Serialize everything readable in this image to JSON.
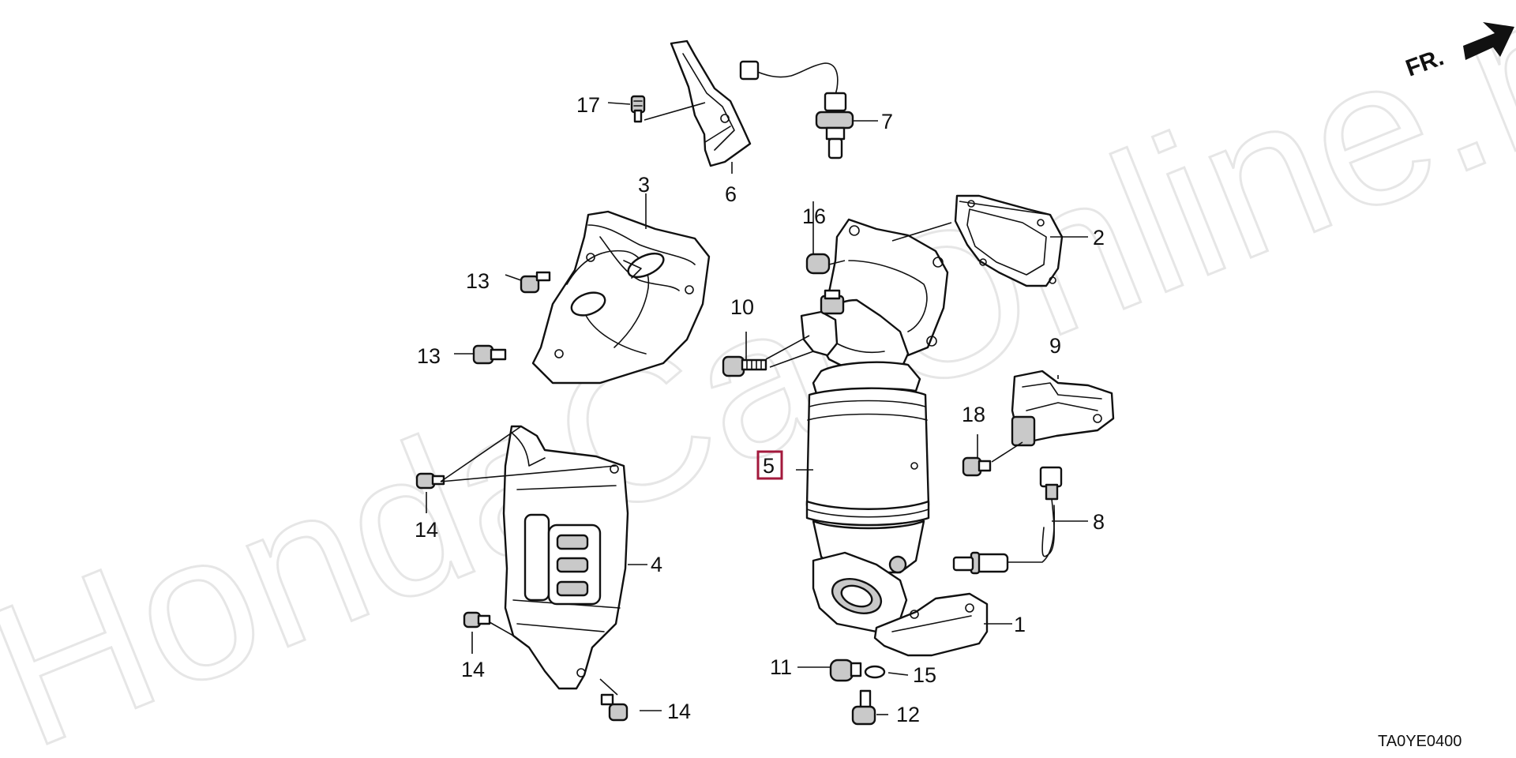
{
  "diagram": {
    "watermark": "HondaCarOnline.ru",
    "direction_label": "FR.",
    "diagram_code": "TA0YE0400",
    "highlighted_callout": "5",
    "callouts": {
      "c1": "1",
      "c2": "2",
      "c3": "3",
      "c4": "4",
      "c5": "5",
      "c6": "6",
      "c7": "7",
      "c8": "8",
      "c9": "9",
      "c10": "10",
      "c11": "11",
      "c12": "12",
      "c13a": "13",
      "c13b": "13",
      "c14a": "14",
      "c14b": "14",
      "c14c": "14",
      "c15": "15",
      "c16": "16",
      "c17": "17",
      "c18": "18"
    }
  }
}
